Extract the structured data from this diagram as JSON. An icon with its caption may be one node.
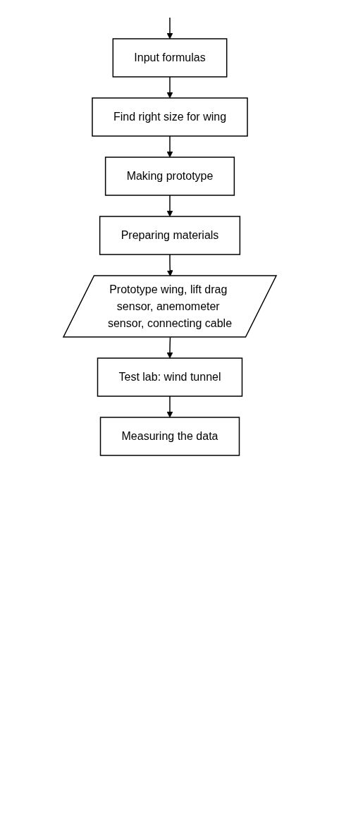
{
  "diagram": {
    "nodes": [
      {
        "text": [
          "Input formulas"
        ]
      },
      {
        "text": [
          "Find right size for wing"
        ]
      },
      {
        "text": [
          "Making prototype"
        ]
      },
      {
        "text": [
          "Preparing materials"
        ]
      },
      {
        "text": [
          "Prototype wing, lift drag sensor, anemometer sensor, connecting cable"
        ]
      },
      {
        "text": [
          "Test lab: wind tunnel"
        ]
      },
      {
        "text": [
          "Measuring the data"
        ]
      }
    ],
    "edges": [
      {
        "from": null,
        "to": 0,
        "arrow": "to"
      },
      {
        "from": 0,
        "to": 1,
        "arrow": "to"
      },
      {
        "from": 1,
        "to": 2,
        "arrow": "to"
      },
      {
        "from": 2,
        "to": 3,
        "arrow": "to"
      },
      {
        "from": 3,
        "to": 4,
        "arrow": "to"
      },
      {
        "from": 4,
        "to": 5,
        "arrow": "to"
      },
      {
        "from": 5,
        "to": 6,
        "arrow": "to"
      }
    ]
  }
}
